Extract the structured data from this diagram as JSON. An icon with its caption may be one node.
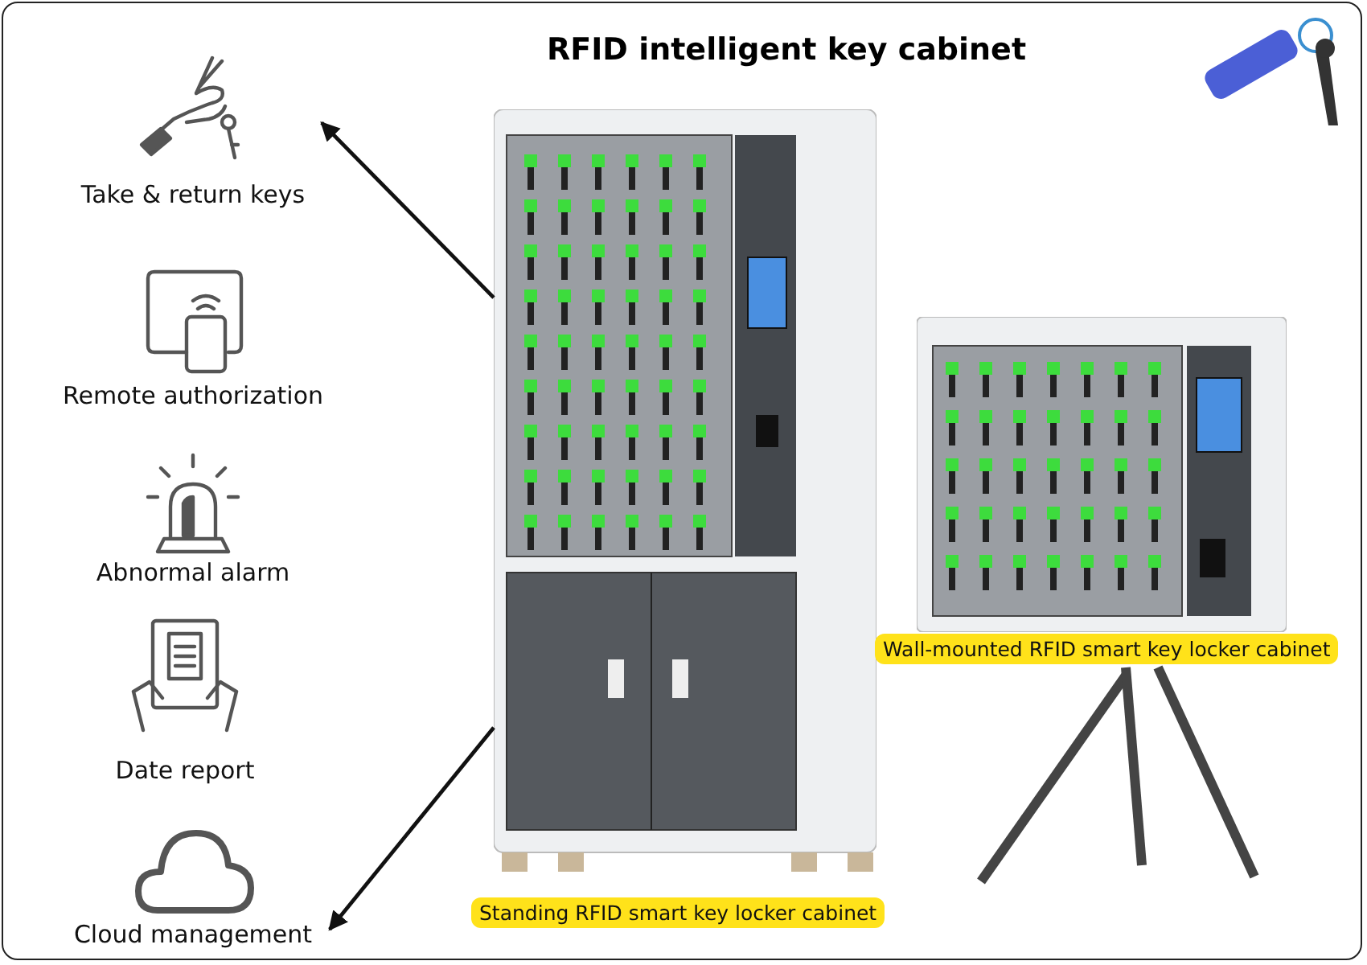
{
  "diagram": {
    "title": "RFID intelligent key cabinet",
    "nodes": [
      {
        "text": [
          "Take & return keys"
        ]
      },
      {
        "text": [
          "Remote authorization"
        ]
      },
      {
        "text": [
          "Abnormal alarm"
        ]
      },
      {
        "text": [
          "Date report"
        ]
      },
      {
        "text": [
          "Cloud management"
        ]
      },
      {
        "text": [],
        "shape": "picture",
        "beside": [
          "Standing RFID smart key locker cabinet"
        ]
      },
      {
        "text": [],
        "shape": "picture",
        "beside": [
          "Wall-mounted RFID smart key locker cabinet"
        ]
      }
    ],
    "edges": [
      {
        "from": 5,
        "to": 0,
        "arrow": "to"
      },
      {
        "from": 5,
        "to": 4,
        "arrow": "to"
      }
    ]
  }
}
